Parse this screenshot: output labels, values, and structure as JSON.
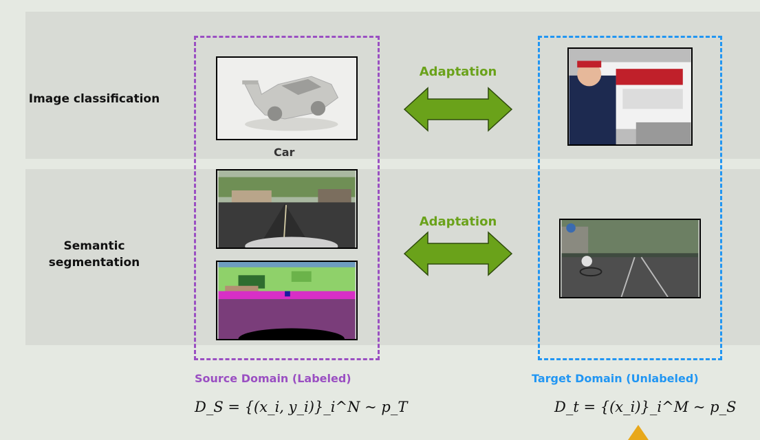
{
  "rows": [
    {
      "label": "Image classification"
    },
    {
      "label": "Semantic segmentation"
    }
  ],
  "adaptation": [
    "Adaptation",
    "Adaptation"
  ],
  "source": {
    "caption": "Car",
    "domain_label": "Source Domain (Labeled)",
    "formula": "D_S = {(x_i, y_i)}_i^N ~ p_T",
    "color": "#9a4fc2"
  },
  "target": {
    "domain_label": "Target Domain (Unlabeled)",
    "formula": "D_t = {(x_i)}_i^M ~ p_S",
    "color": "#2196f3"
  },
  "accent": "#6aa21a",
  "marker_color": "#e8a81a"
}
